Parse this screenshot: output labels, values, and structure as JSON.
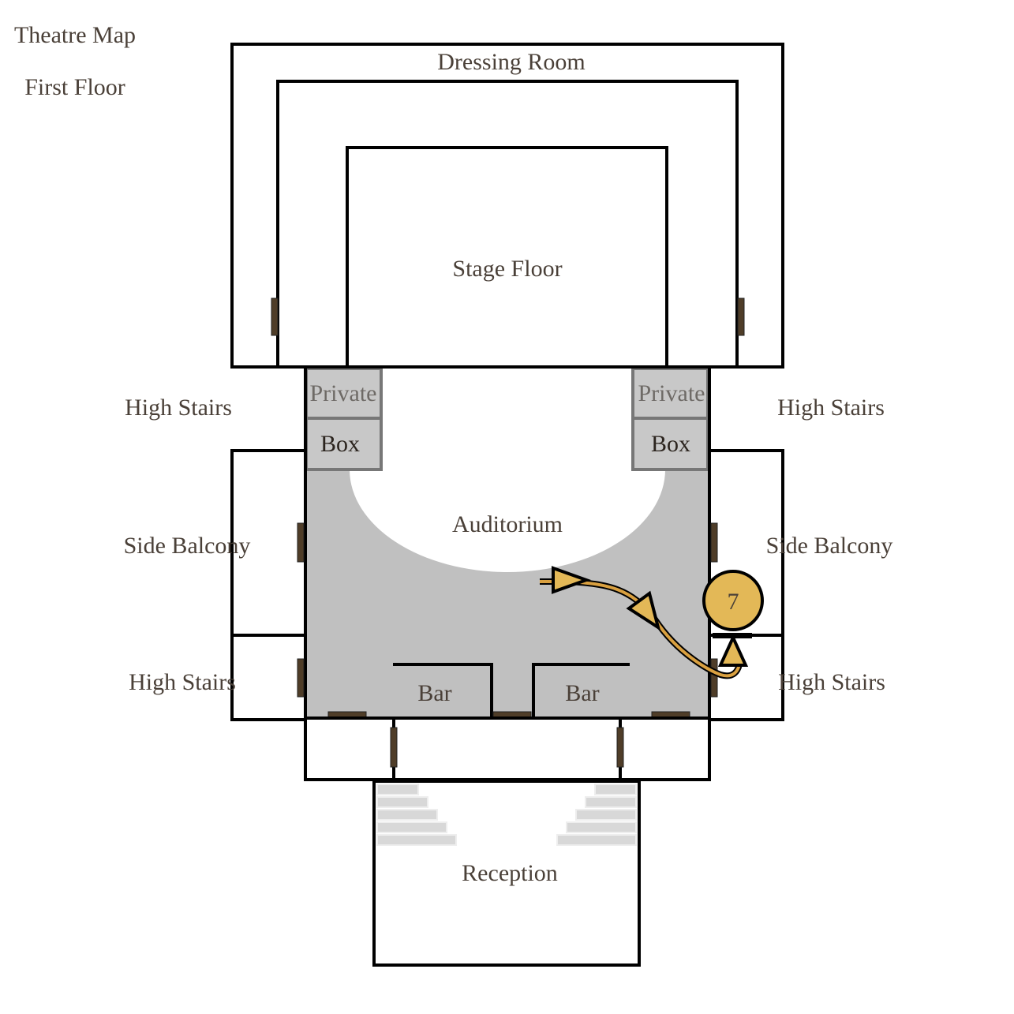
{
  "title": "Theatre Map",
  "floor": "First Floor",
  "rooms": {
    "dressing_room": "Dressing Room",
    "stage_floor": "Stage Floor",
    "private_left": "Private",
    "box_left": "Box",
    "private_right": "Private",
    "box_right": "Box",
    "auditorium": "Auditorium",
    "high_stairs_top_left": "High Stairs",
    "high_stairs_top_right": "High Stairs",
    "side_balcony_left": "Side Balcony",
    "side_balcony_right": "Side Balcony",
    "high_stairs_bottom_left": "High Stairs",
    "high_stairs_bottom_right": "High Stairs",
    "bar_left": "Bar",
    "bar_right": "Bar",
    "reception": "Reception"
  },
  "player": {
    "number": "7",
    "color": "#e3b857"
  }
}
